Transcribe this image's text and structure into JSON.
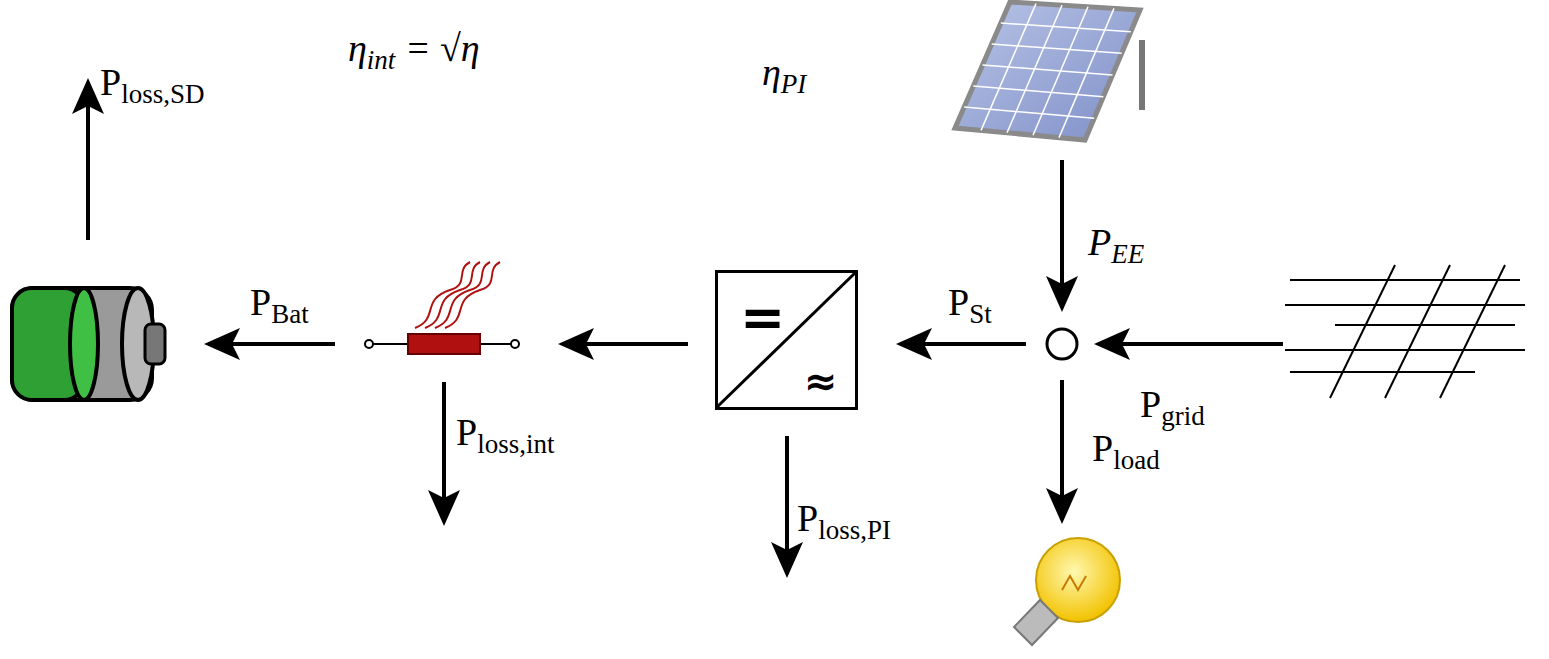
{
  "diagram": {
    "nodes": [
      {
        "text": [
          "=",
          "≈"
        ]
      }
    ],
    "labels": [
      "Ploss,SD",
      "ηint = √η",
      "PBat",
      "ηPI",
      "PEE",
      "PSt",
      "Pgrid",
      "Pload",
      "Ploss,int",
      "Ploss,PI"
    ]
  }
}
